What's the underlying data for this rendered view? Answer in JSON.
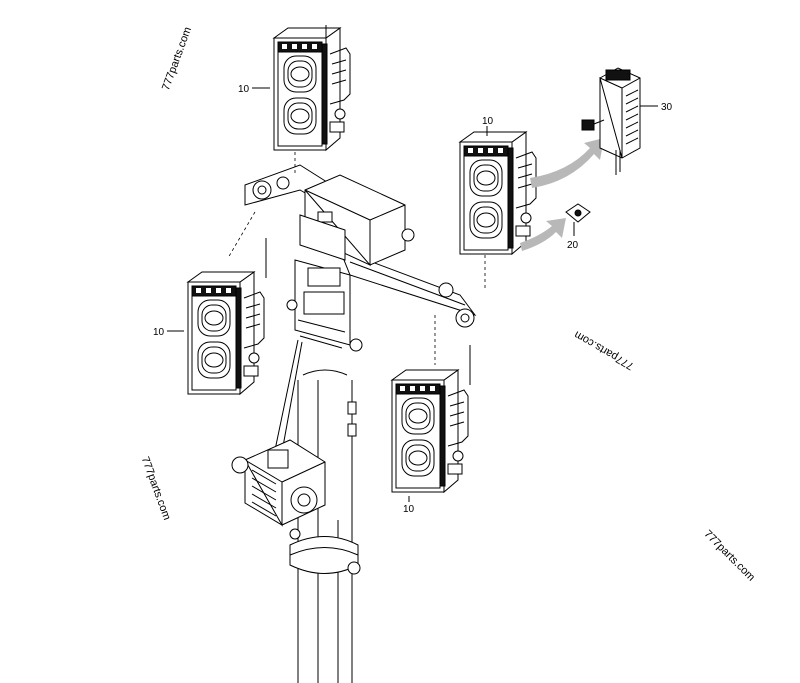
{
  "callouts": {
    "lamp_top_left": "10",
    "lamp_top_right": "10",
    "lamp_mid_left": "10",
    "lamp_bottom_right": "10",
    "control_box": "30",
    "bracket": "20"
  },
  "watermarks": {
    "top_left": "777parts.com",
    "mid_right": "777parts.com",
    "lower_left": "777parts.com",
    "bottom_right": "777parts.com"
  },
  "colors": {
    "line": "#000000",
    "arrow": "#b8b8b8",
    "background": "#ffffff"
  }
}
